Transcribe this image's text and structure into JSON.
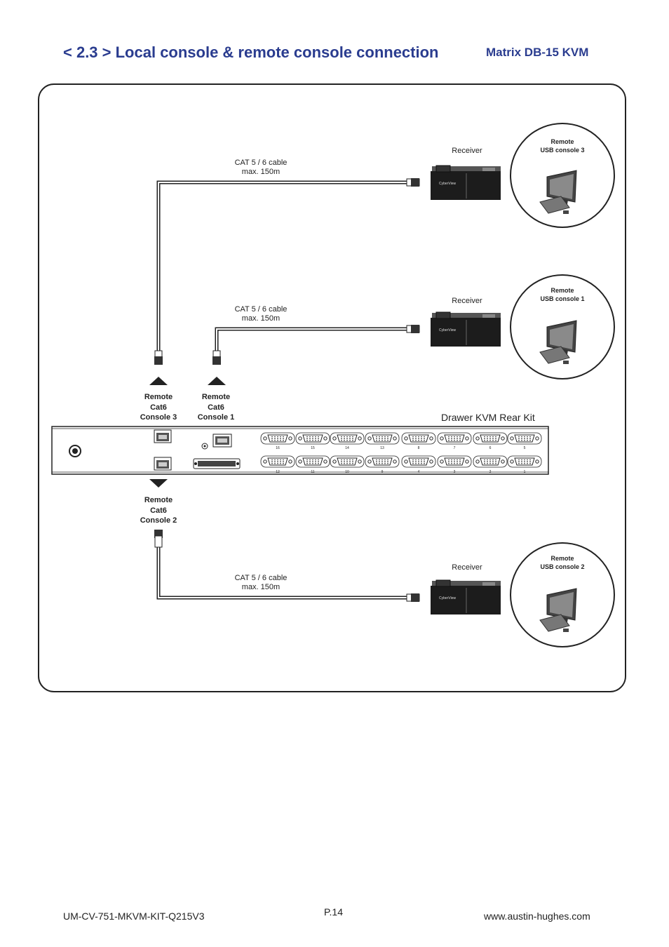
{
  "header": {
    "title": "< 2.3 > Local console  &  remote console connection",
    "subtitle": "Matrix  DB-15 KVM"
  },
  "diagram": {
    "receivers": [
      {
        "label": "Receiver",
        "cable_line1": "CAT 5 / 6 cable",
        "cable_line2": "max. 150m",
        "console_line1": "Remote",
        "console_line2": "USB console 3"
      },
      {
        "label": "Receiver",
        "cable_line1": "CAT 5 / 6 cable",
        "cable_line2": "max. 150m",
        "console_line1": "Remote",
        "console_line2": "USB console 1"
      },
      {
        "label": "Receiver",
        "cable_line1": "CAT 5 / 6 cable",
        "cable_line2": "max. 150m",
        "console_line1": "Remote",
        "console_line2": "USB console 2"
      }
    ],
    "ports": [
      {
        "line1": "Remote",
        "line2": "Cat6",
        "line3": "Console 3"
      },
      {
        "line1": "Remote",
        "line2": "Cat6",
        "line3": "Console 1"
      },
      {
        "line1": "Remote",
        "line2": "Cat6",
        "line3": "Console 2"
      }
    ],
    "rear_kit_label": "Drawer KVM Rear Kit",
    "top_port_numbers": [
      "16",
      "15",
      "14",
      "13",
      "8",
      "7",
      "6",
      "5"
    ],
    "bottom_port_numbers": [
      "12",
      "11",
      "10",
      "9",
      "4",
      "3",
      "2",
      "1"
    ],
    "receiver_brand": "CyberView"
  },
  "footer": {
    "doc_id": "UM-CV-751-MKVM-KIT-Q215V3",
    "page": "P.14",
    "website": "www.austin-hughes.com"
  }
}
